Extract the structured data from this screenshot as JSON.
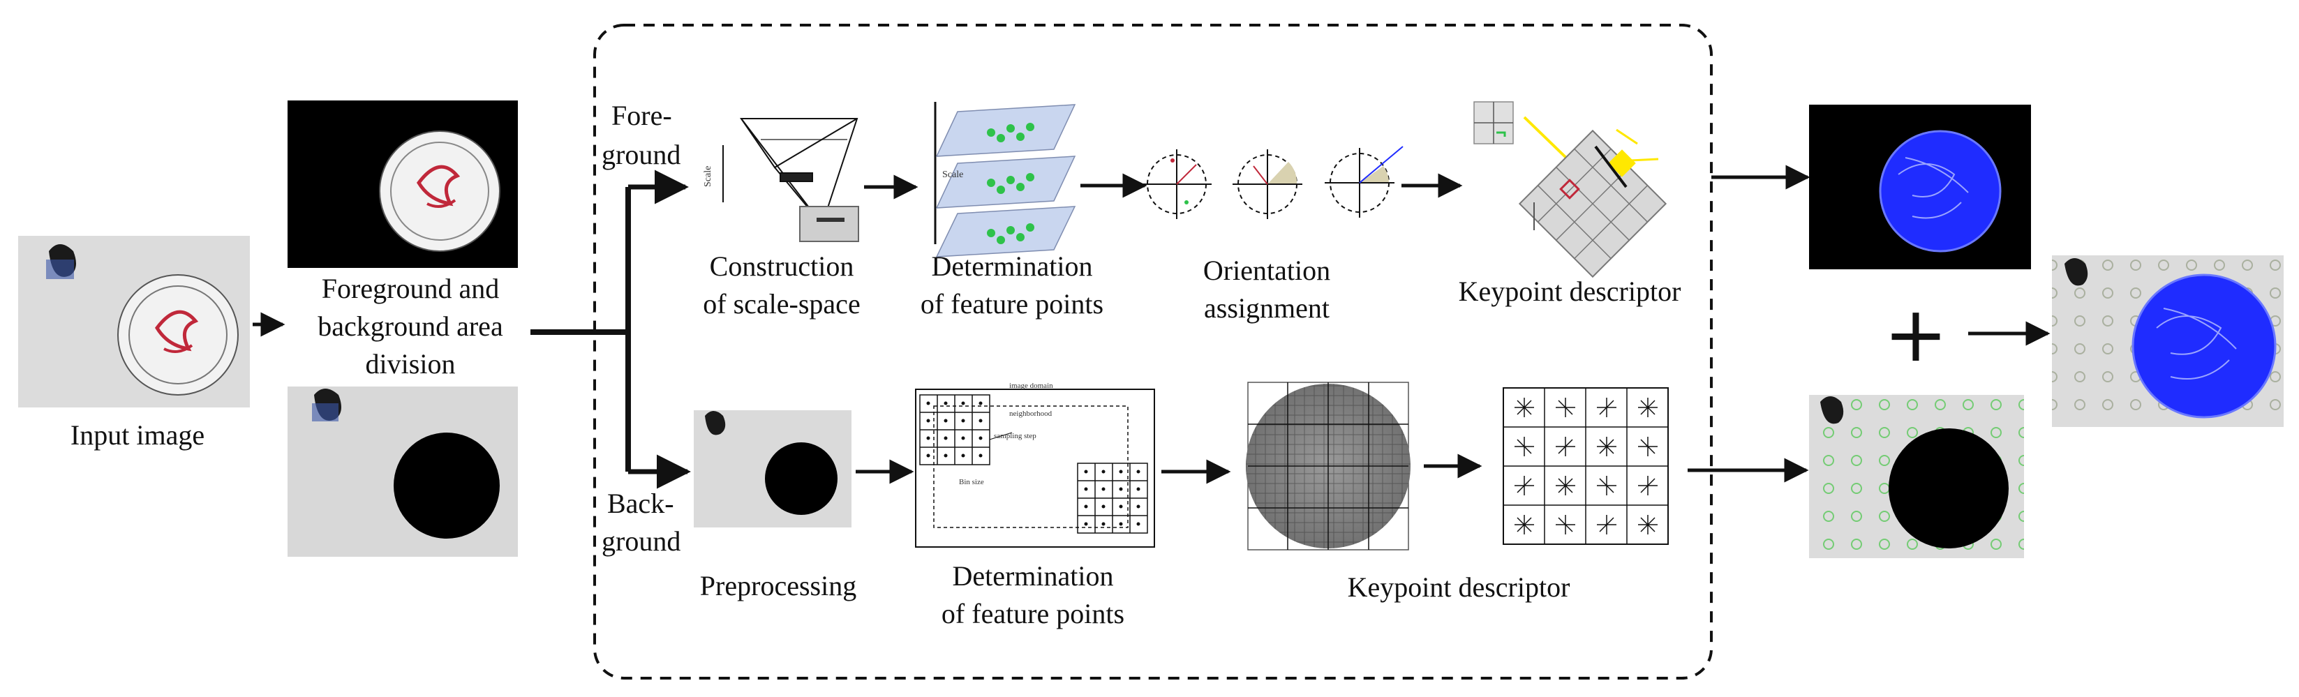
{
  "labels": {
    "input_image": "Input image",
    "division_line1": "Foreground and",
    "division_line2": "background area",
    "division_line3": "division",
    "fore_line1": "Fore-",
    "fore_line2": "ground",
    "back_line1": "Back-",
    "back_line2": "ground",
    "scale_space_line1": "Construction",
    "scale_space_line2": "of scale-space",
    "feature_fg_line1": "Determination",
    "feature_fg_line2": "of feature points",
    "orientation_line1": "Orientation",
    "orientation_line2": "assignment",
    "descriptor_fg": "Keypoint descriptor",
    "preprocessing": "Preprocessing",
    "feature_bg_line1": "Determination",
    "feature_bg_line2": "of feature points",
    "descriptor_bg": "Keypoint descriptor",
    "plus": "+"
  },
  "tiny_text": {
    "scale_axis": "Scale",
    "scale_axis_2": "Scale",
    "grid_title": "image domain",
    "grid_note_1": "sampling step",
    "grid_note_2": "neighborhood",
    "grid_note_3": "Bin size"
  },
  "colors": {
    "line": "#111111",
    "blue_keypoints": "#1f2cff",
    "plane_green": "#2ec24a",
    "plane_fill": "#c9d6ef",
    "yellow_mark": "#ffe800",
    "stamp_red": "#c0283a"
  }
}
